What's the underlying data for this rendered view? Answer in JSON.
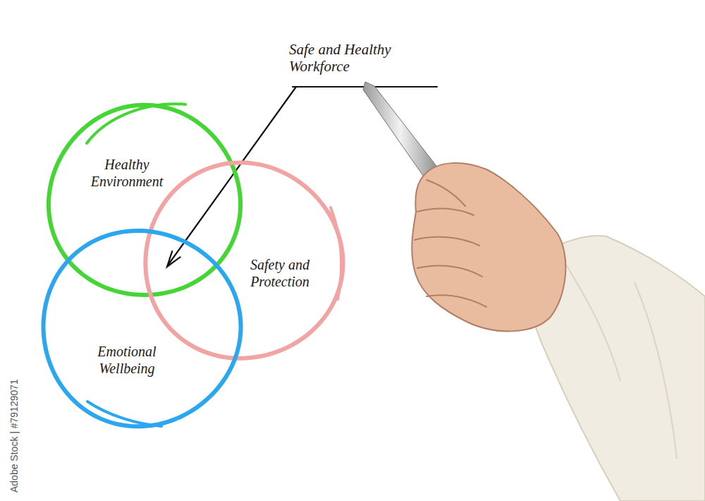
{
  "diagram": {
    "nodes": [
      {
        "text": [
          "Healthy Environment"
        ]
      },
      {
        "text": [
          "Safety and Protection"
        ]
      },
      {
        "text": [
          "Emotional Wellbeing"
        ]
      }
    ],
    "labels": [
      "Safe and Healthy Workforce",
      "Adobe Stock | #79129071"
    ]
  }
}
